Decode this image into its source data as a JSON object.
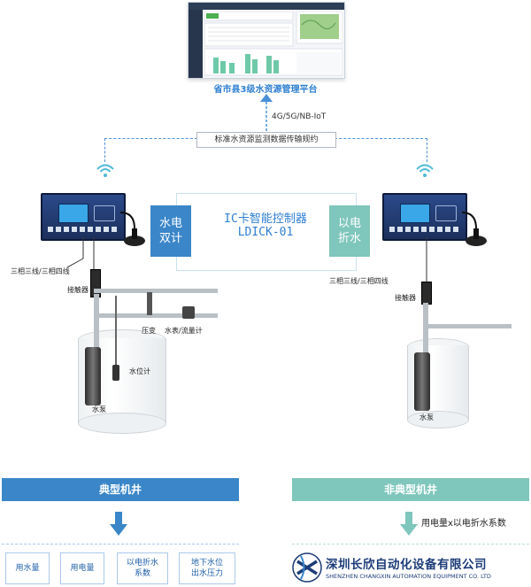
{
  "platform": {
    "title": "省市县3级水资源管理平台",
    "network": "4G/5G/NB-IoT",
    "protocol": "标准水资源监测数据传输规约"
  },
  "center": {
    "title_line1": "IC卡智能控制器",
    "title_line2": "LDICK-01"
  },
  "left_tag": {
    "line1": "水电",
    "line2": "双计",
    "color": "#3a86c8"
  },
  "right_tag": {
    "line1": "以电",
    "line2": "折水",
    "color": "#7fc6bc"
  },
  "left_site": {
    "wiring": "三相三线/三相四线",
    "contactor": "接触器",
    "pressure": "压变",
    "meter": "水表/流量计",
    "level": "水位计",
    "pump": "水泵"
  },
  "right_site": {
    "wiring": "三相三线/三相四线",
    "contactor": "接触器",
    "pump": "水泵"
  },
  "typical": {
    "title": "典型机井",
    "color": "#3a86c8",
    "items": [
      {
        "line1": "用水量",
        "line2": ""
      },
      {
        "line1": "用电量",
        "line2": ""
      },
      {
        "line1": "以电折水",
        "line2": "系数"
      },
      {
        "line1": "地下水位",
        "line2": "出水压力"
      }
    ]
  },
  "atypical": {
    "title": "非典型机井",
    "color": "#7fc6bc",
    "formula": "用电量x以电折水系数"
  },
  "company": {
    "name_cn": "深圳长欣自动化设备有限公司",
    "name_en": "SHENZHEN CHANGXIN AUTOMATION EQUIPMENT CO. LTD"
  }
}
